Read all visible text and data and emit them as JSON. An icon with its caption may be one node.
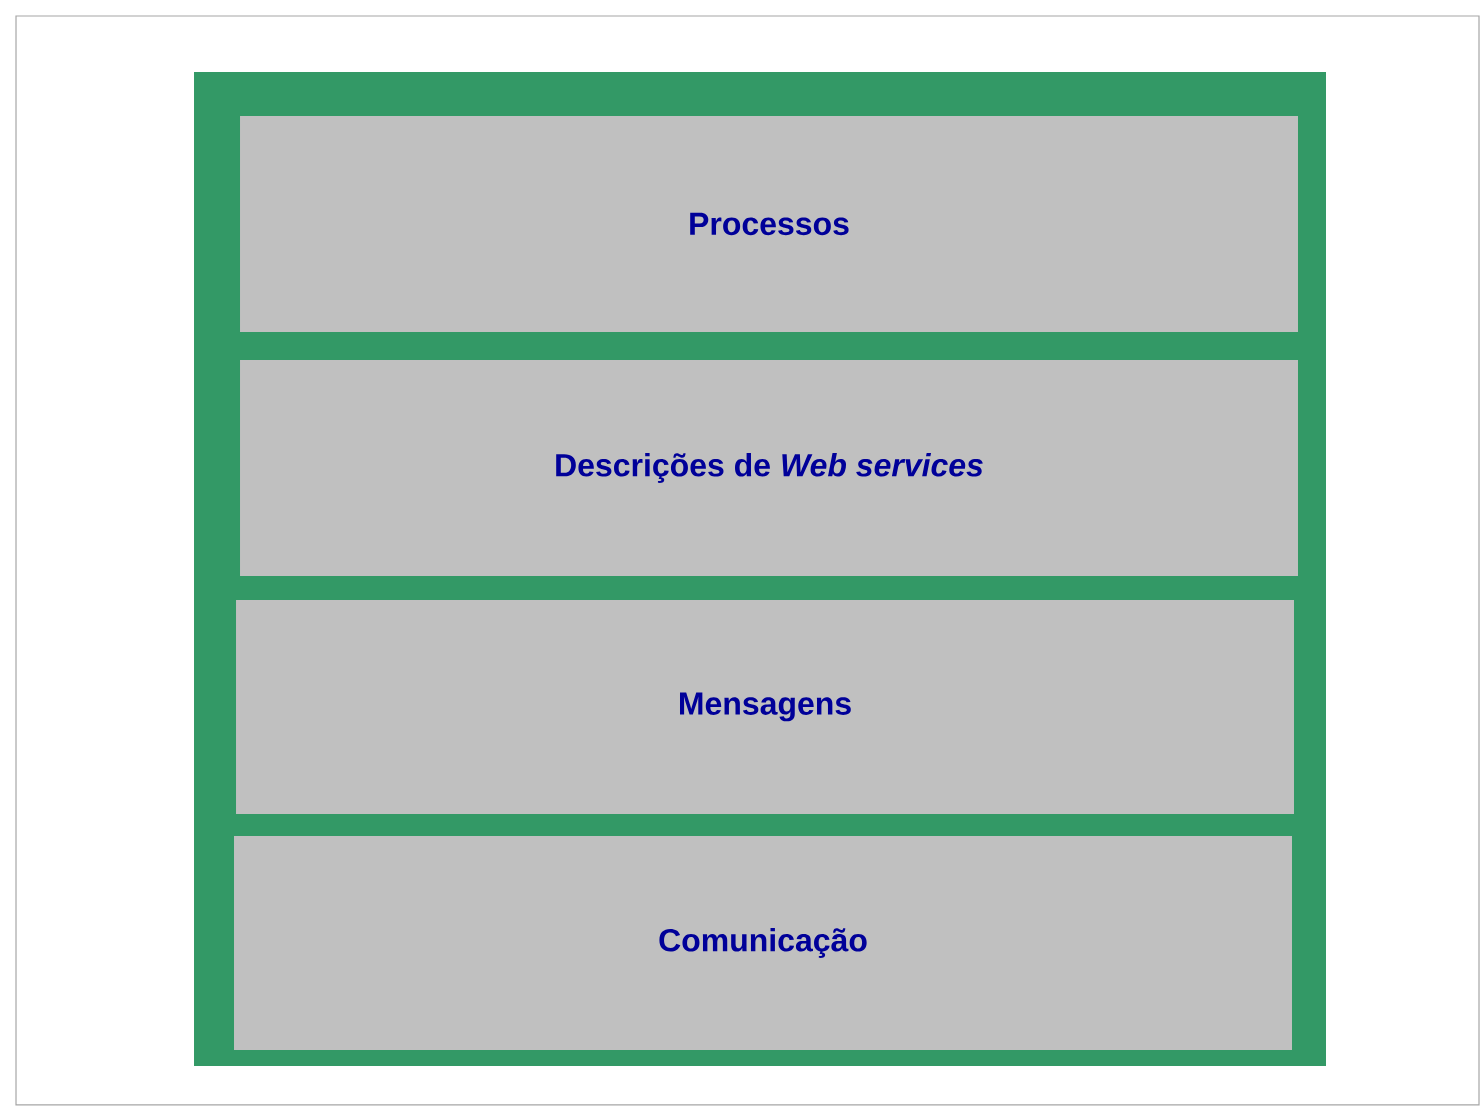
{
  "diagram": {
    "nodes": [
      {
        "text": [],
        "shape": "box"
      },
      {
        "text": [
          "Processos"
        ],
        "in": 0
      },
      {
        "text": [
          "Descrições de *Web services*"
        ],
        "in": 0
      },
      {
        "text": [
          "Mensagens"
        ],
        "in": 0
      },
      {
        "text": [
          "Comunicação"
        ],
        "in": 0
      }
    ]
  }
}
